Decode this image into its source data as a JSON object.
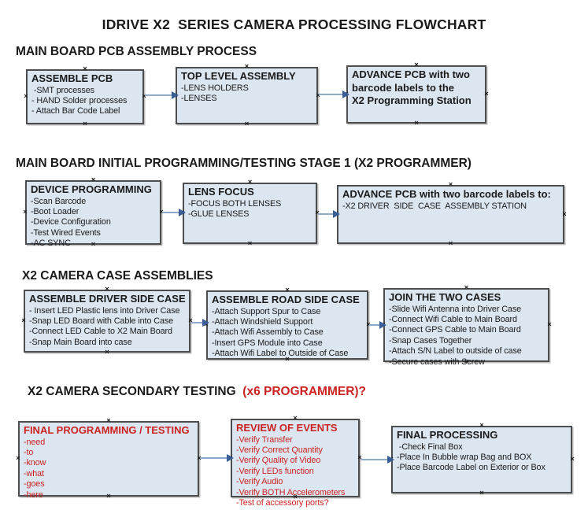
{
  "title": "IDRIVE X2  SERIES CAMERA PROCESSING FLOWCHART",
  "colors": {
    "box_fill": "#dce6f1",
    "box_border": "#4d4d4d",
    "text_black": "#1a1a1a",
    "text_red": "#cc2222",
    "arrow_line": "#8faac9",
    "arrow_head": "#3a5e96"
  },
  "sections": [
    {
      "heading": "MAIN BOARD PCB ASSEMBLY PROCESS",
      "heading_suffix": "",
      "boxes": [
        {
          "title": "ASSEMBLE PCB",
          "items": [
            " -SMT processes",
            "- HAND Solder processes",
            "- Attach Bar Code Label"
          ]
        },
        {
          "title": "TOP LEVEL ASSEMBLY",
          "items": [
            "-LENS HOLDERS",
            "-LENSES"
          ]
        },
        {
          "title": "ADVANCE PCB with two\nbarcode labels to the\n X2 Programming Station",
          "items": []
        }
      ]
    },
    {
      "heading": "MAIN BOARD INITIAL PROGRAMMING/TESTING STAGE 1 (X2 PROGRAMMER)",
      "heading_suffix": "",
      "boxes": [
        {
          "title": "DEVICE PROGRAMMING",
          "items": [
            "-Scan Barcode",
            "-Boot Loader",
            "-Device Configuration",
            "-Test Wired Events",
            "-AC SYNC"
          ]
        },
        {
          "title": "LENS FOCUS",
          "items": [
            "-FOCUS BOTH LENSES",
            "-GLUE LENSES"
          ]
        },
        {
          "title": "ADVANCE PCB with two barcode labels to:",
          "items": [
            "-X2 DRIVER  SIDE  CASE  ASSEMBLY STATION"
          ]
        }
      ]
    },
    {
      "heading": "X2 CAMERA CASE ASSEMBLIES",
      "heading_suffix": "",
      "boxes": [
        {
          "title": "ASSEMBLE DRIVER SIDE CASE",
          "items": [
            "- Insert LED Plastic lens into Driver Case",
            "-Snap LED Board with Cable into Case",
            "-Connect LED Cable to X2 Main Board",
            "-Snap Main Board into case"
          ]
        },
        {
          "title": "ASSEMBLE ROAD SIDE CASE",
          "items": [
            "-Attach Support Spur to Case",
            "-Attach Windshield Support",
            "-Attach Wifi Assembly to Case",
            "-Insert GPS Module into Case",
            "-Attach Wifi Label to Outside of Case"
          ]
        },
        {
          "title": "JOIN THE TWO CASES",
          "items": [
            "-Slide Wifi Antenna into Driver Case",
            "-Connect Wifi Cable to Main Board",
            "-Connect GPS Cable to Main Board",
            "-Snap Cases Together",
            "-Attach S/N Label to outside of case",
            "-Secure cases with Screw"
          ]
        }
      ]
    },
    {
      "heading": "X2 CAMERA SECONDARY TESTING  ",
      "heading_suffix": "(x6 PROGRAMMER)?",
      "boxes": [
        {
          "title": "FINAL PROGRAMMING / TESTING",
          "text_color": "red",
          "items": [
            "-need",
            "-to",
            "-know",
            "-what",
            "-goes",
            "-here"
          ]
        },
        {
          "title": "REVIEW OF EVENTS",
          "text_color": "red",
          "items": [
            "-Verify Transfer",
            "-Verify Correct Quantity",
            "-Verify Quality of Video",
            "-Verify LEDs function",
            "-Verify Audio",
            "-Verify BOTH Accelerometers",
            "-Test of accessory ports?"
          ]
        },
        {
          "title": "FINAL PROCESSING",
          "items": [
            " -Check Final Box",
            "-Place In Bubble wrap Bag and BOX",
            "-Place Barcode Label on Exterior or Box"
          ]
        }
      ]
    }
  ]
}
